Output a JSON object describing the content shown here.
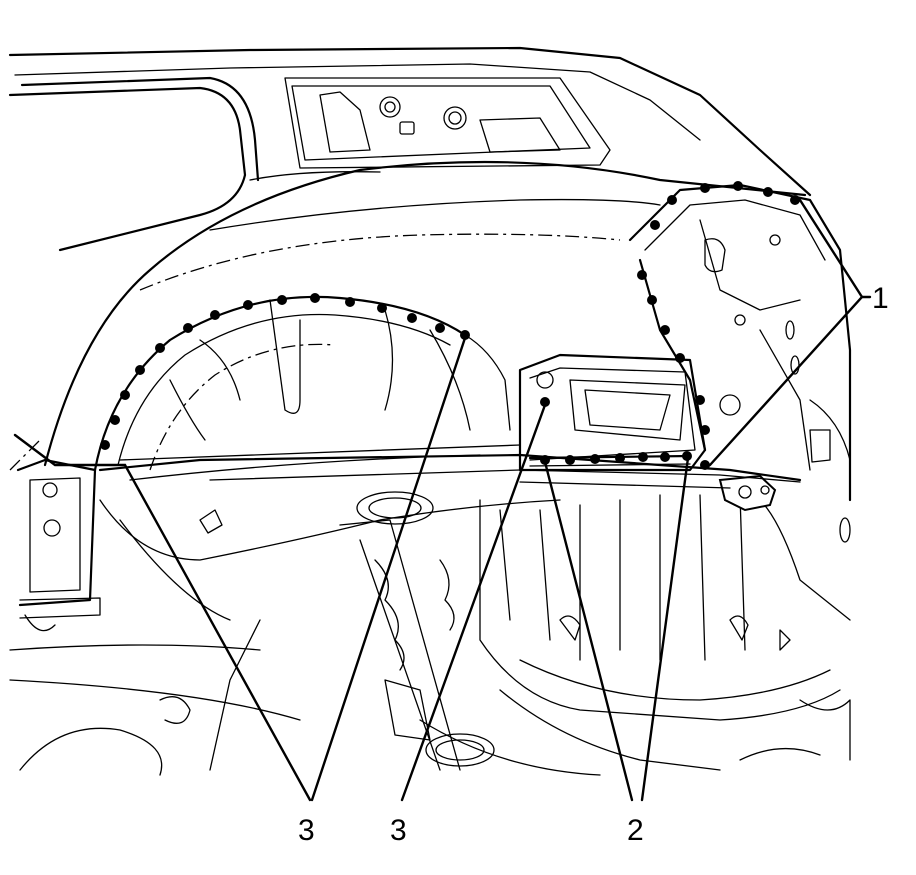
{
  "callouts": {
    "c1": "1",
    "c2": "2",
    "c3a": "3",
    "c3b": "3"
  },
  "colors": {
    "line": "#000000",
    "background": "#ffffff"
  }
}
